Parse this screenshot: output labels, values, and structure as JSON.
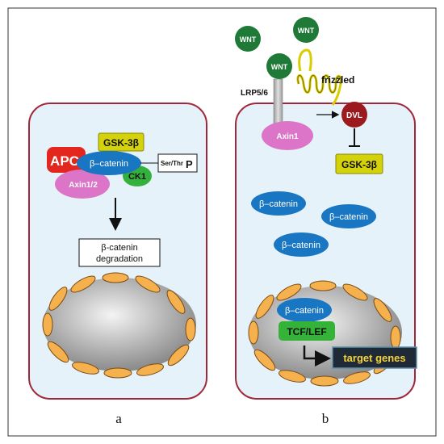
{
  "panel_a": {
    "letter": "a",
    "apc": "APC",
    "gsk3b": "GSK-3β",
    "beta_catenin": "β–catenin",
    "axin": "Axin1/2",
    "ck1": "CK1",
    "ser_thr": "Ser/Thr",
    "phospho": "P",
    "degradation_line1": "β-catenin",
    "degradation_line2": "degradation"
  },
  "panel_b": {
    "letter": "b",
    "wnt": [
      "WNT",
      "WNT",
      "WNT"
    ],
    "lrp": "LRP5/6",
    "frizzled": "frizzled",
    "dvl": "DVL",
    "axin1": "Axin1",
    "gsk3b": "GSK-3β",
    "beta_catenin": [
      "β–catenin",
      "β–catenin",
      "β–catenin",
      "β–catenin"
    ],
    "tcf_lef": "TCF/LEF",
    "target_genes": "target genes"
  },
  "colors": {
    "cell_fill": "#e6f2f9",
    "cell_border": "#a0283c",
    "wnt": "#1f7a38",
    "beta_catenin": "#1976c2",
    "axin": "#dc74c8",
    "apc": "#e3261e",
    "gsk": "#d4d20a",
    "ck1": "#33b13c",
    "dvl": "#9b1a1e",
    "tcf": "#35b238",
    "membrane": "#f4b14e"
  }
}
